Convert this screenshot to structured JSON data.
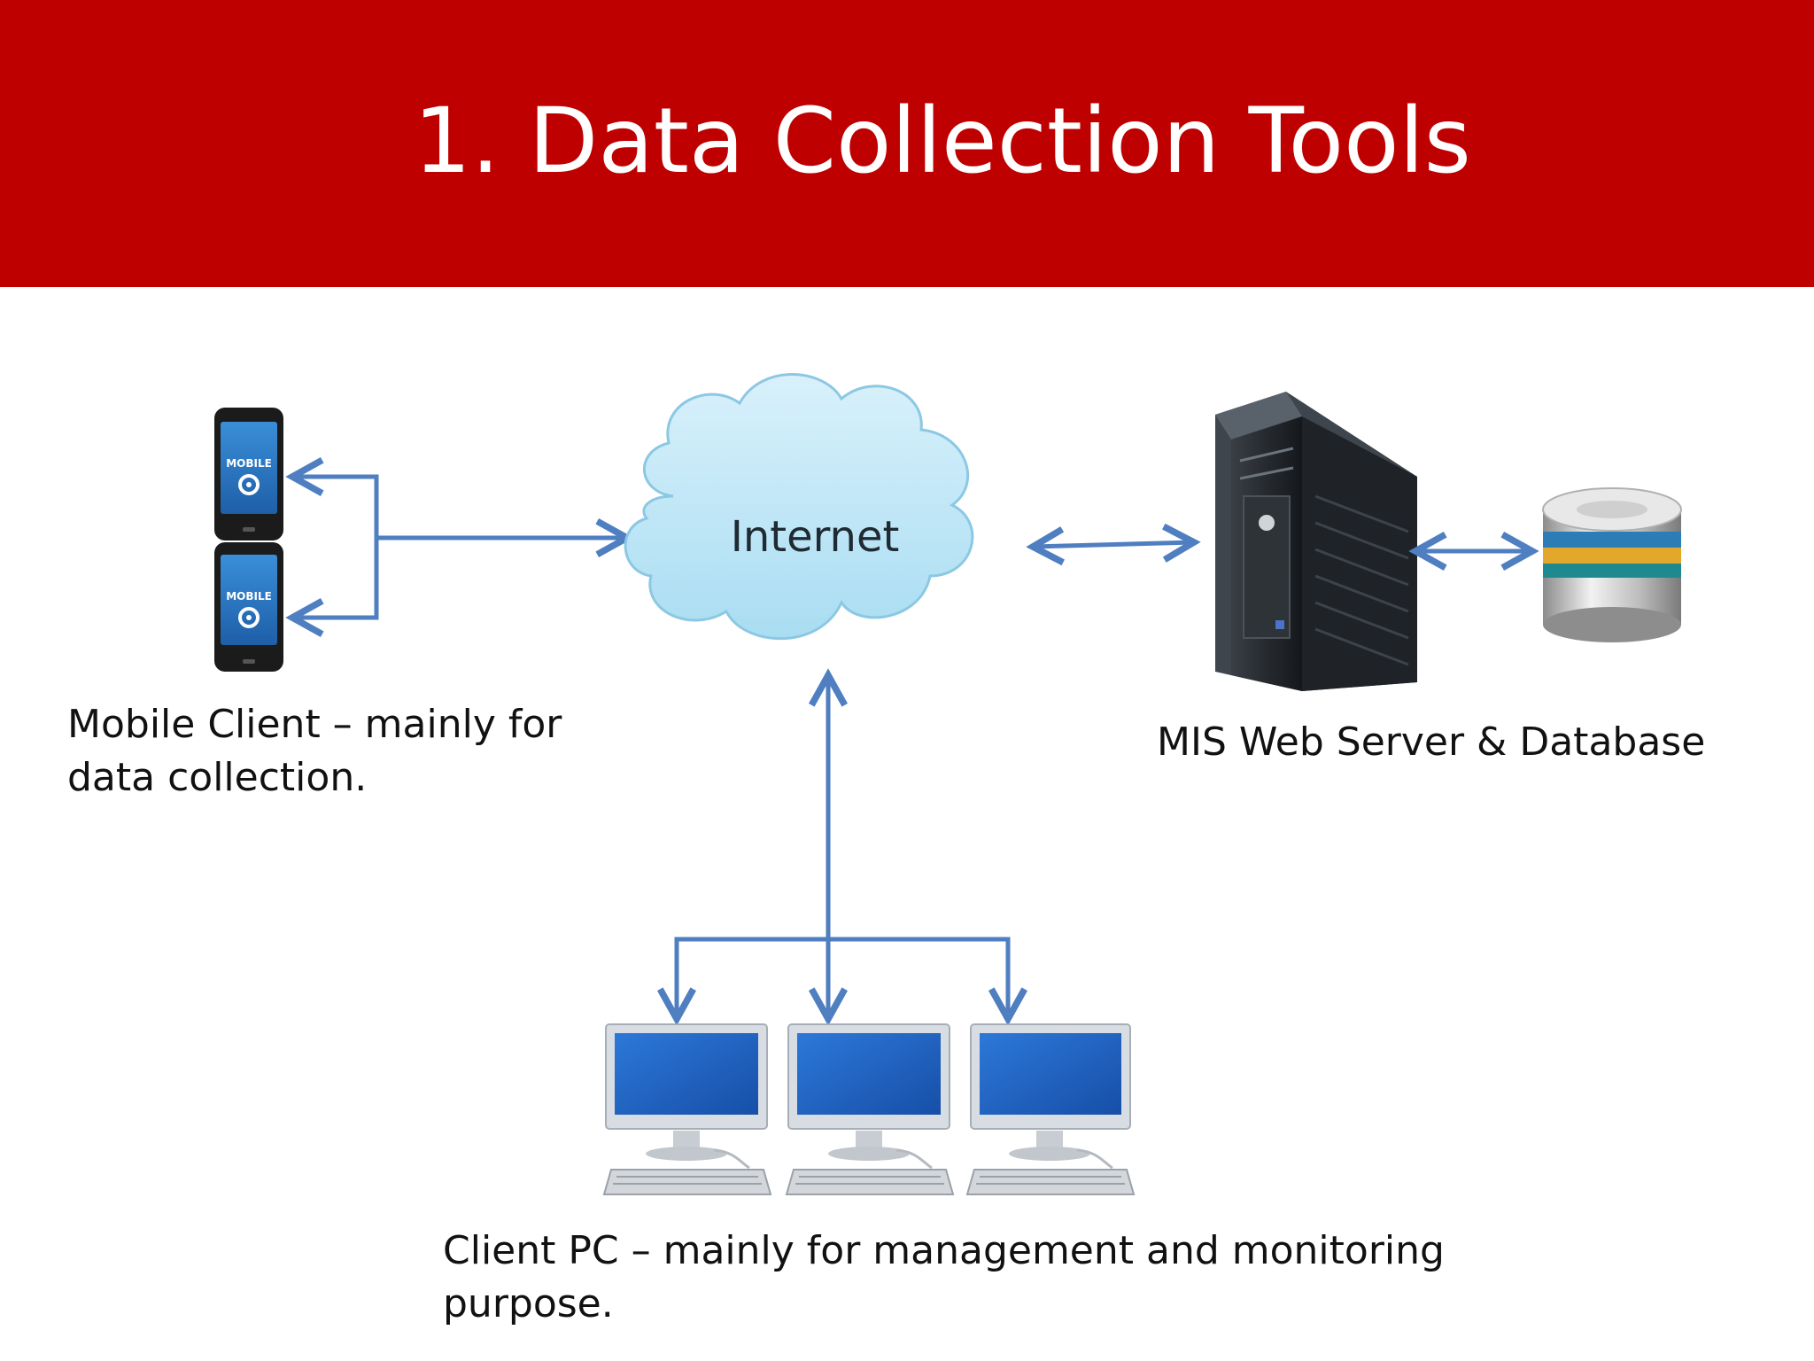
{
  "slide": {
    "title": "1. Data Collection Tools"
  },
  "colors": {
    "header_bg": "#bf0000",
    "connector": "#4f7fc0",
    "cloud_fill": "#bfe6f6",
    "screen_blue": "#1f5fc0"
  },
  "nodes": {
    "cloud": {
      "label": "Internet",
      "icon": "cloud-icon"
    },
    "phone_screen_text": "MOBILE",
    "mobile_client": {
      "icon": "smartphone-icon",
      "description": "Mobile Client – mainly for data collection."
    },
    "server": {
      "icon": "tower-server-icon",
      "database_icon": "database-icon",
      "description": "MIS Web Server & Database"
    },
    "client_pc": {
      "icon": "desktop-computer-icon",
      "description": "Client PC – mainly for management and monitoring purpose."
    }
  }
}
